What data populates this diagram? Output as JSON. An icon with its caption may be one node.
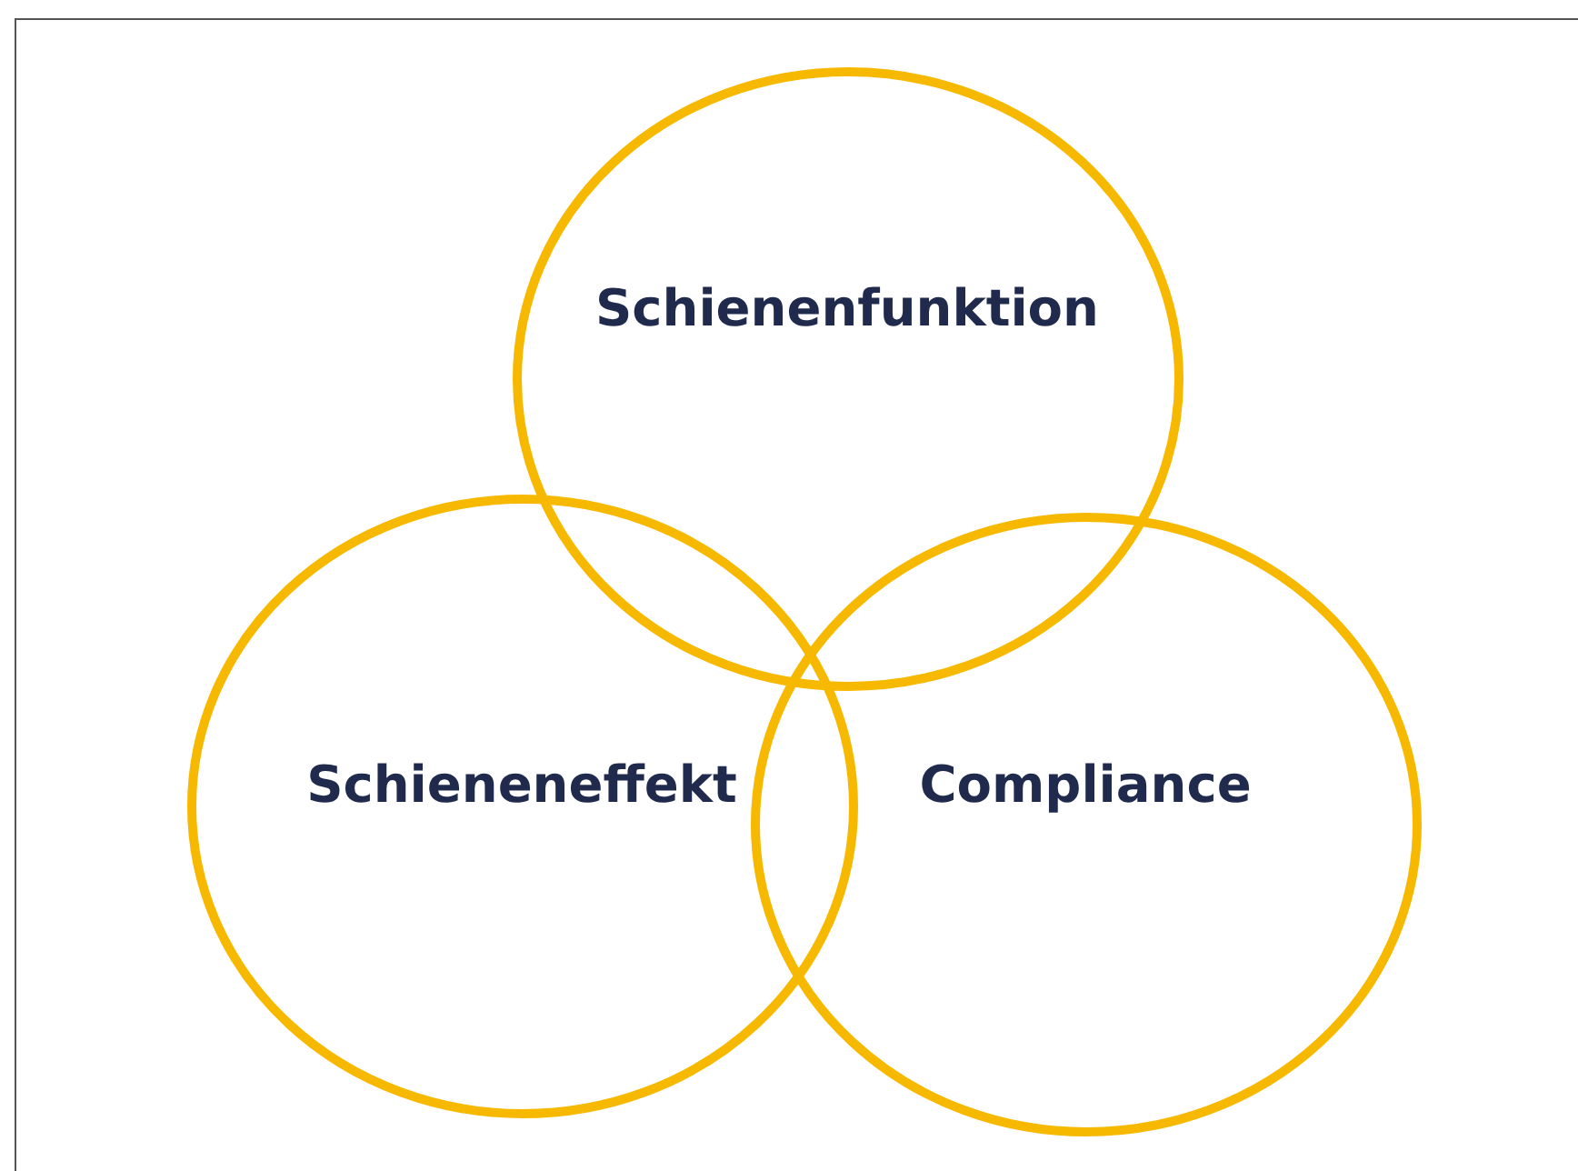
{
  "diagram": {
    "nodes": [
      {
        "text": [
          "Schienenfunktion"
        ]
      },
      {
        "text": [
          "Schieneneffekt"
        ]
      },
      {
        "text": [
          "Compliance"
        ]
      }
    ]
  }
}
